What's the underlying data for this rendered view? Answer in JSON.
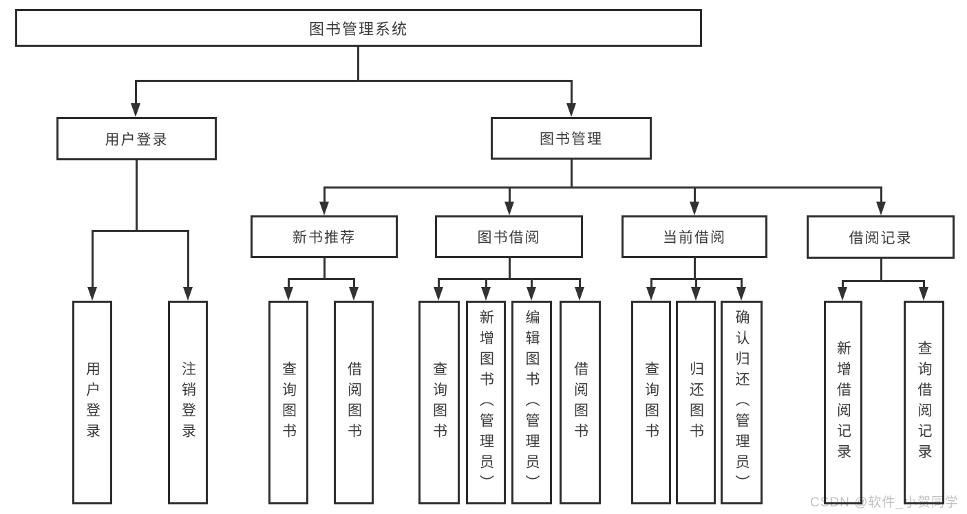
{
  "diagram": {
    "title": "图书管理系统",
    "branches": [
      {
        "label": "用户登录",
        "children": [
          "用户登录",
          "注销登录"
        ]
      },
      {
        "label": "图书管理",
        "sections": [
          {
            "label": "新书推荐",
            "children": [
              "查询图书",
              "借阅图书"
            ]
          },
          {
            "label": "图书借阅",
            "children": [
              "查询图书",
              "新增图书（管理员）",
              "编辑图书（管理员）",
              "借阅图书"
            ]
          },
          {
            "label": "当前借阅",
            "children": [
              "查询图书",
              "归还图书",
              "确认归还（管理员）"
            ]
          },
          {
            "label": "借阅记录",
            "children": [
              "新增借阅记录",
              "查询借阅记录"
            ]
          }
        ]
      }
    ]
  },
  "watermark": {
    "text": "CSDN @软件_小贺同学"
  },
  "colors": {
    "line": "#323232",
    "box_border": "#2e2e2e",
    "text": "#3a3a3a",
    "watermark": "#c2c2c2",
    "background": "#ffffff"
  }
}
